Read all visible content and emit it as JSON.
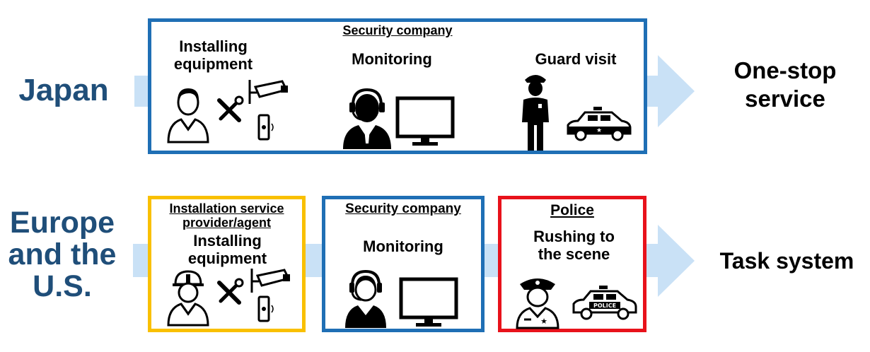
{
  "colors": {
    "region_text": "#1f4e79",
    "arrow": "#c9e1f6",
    "box_blue": "#1f6fb5",
    "box_yellow": "#f9c000",
    "box_red": "#e8121b"
  },
  "japan": {
    "region": "Japan",
    "box_title": "Security company",
    "tasks": {
      "installing": "Installing equipment",
      "monitoring": "Monitoring",
      "guard": "Guard visit"
    },
    "icons": [
      "worker-icon",
      "tools-icon",
      "camera-icon",
      "sensor-icon",
      "operator-icon",
      "monitor-icon",
      "guard-icon",
      "patrol-car-icon"
    ],
    "result": "One-stop service"
  },
  "west": {
    "region": "Europe and the U.S.",
    "boxes": {
      "install_title": "Installation service provider/agent",
      "install_task": "Installing equipment",
      "security_title": "Security company",
      "security_task": "Monitoring",
      "police_title": "Police",
      "police_task": "Rushing to the scene"
    },
    "police_car_text": "POLICE",
    "icons": [
      "hardhat-worker-icon",
      "tools-icon",
      "camera-icon",
      "sensor-icon",
      "headset-operator-icon",
      "monitor-icon",
      "police-officer-icon",
      "police-car-icon"
    ],
    "result": "Task system"
  }
}
